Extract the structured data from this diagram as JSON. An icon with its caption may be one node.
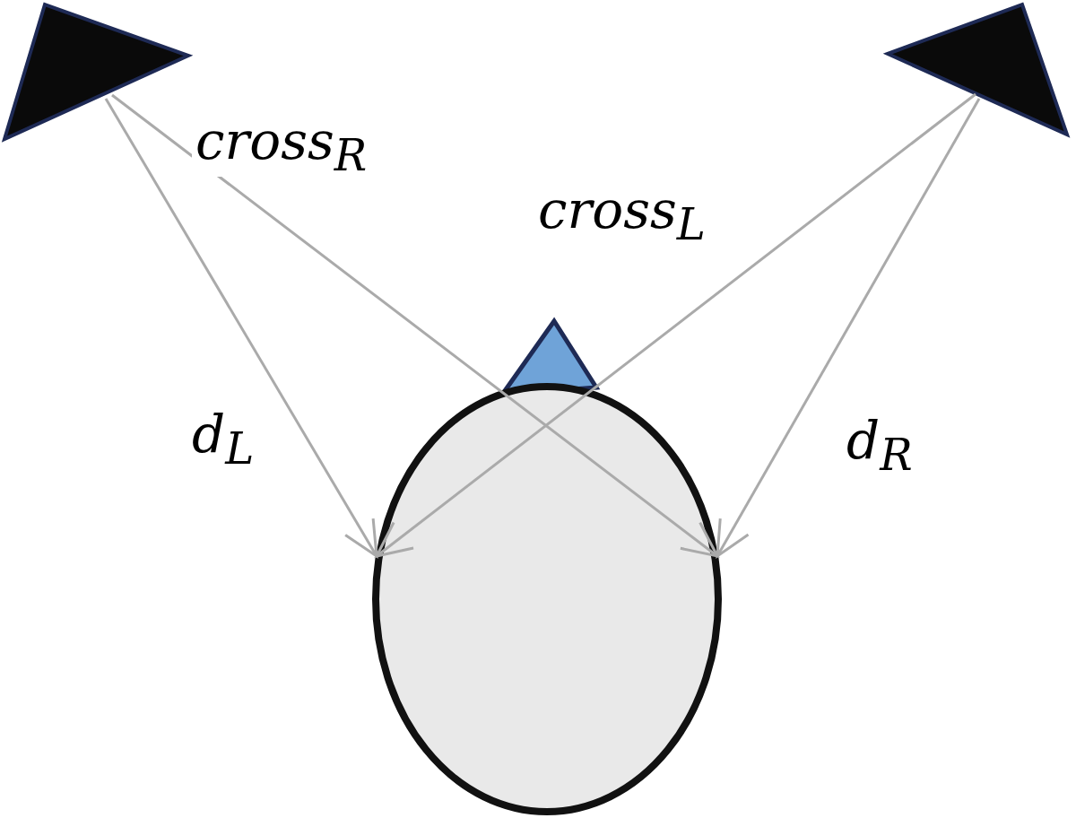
{
  "diagram": {
    "nodes": [
      {
        "text": [],
        "shape": "triangle"
      },
      {
        "text": [],
        "shape": "triangle"
      },
      {
        "text": [],
        "shape": "ellipse"
      }
    ],
    "edges": [
      {
        "from": 0,
        "to": 2,
        "arrow": "to",
        "label": "d$_{L}$"
      },
      {
        "from": 0,
        "to": 2,
        "arrow": "to",
        "label": "cross$_{R}$"
      },
      {
        "from": 1,
        "to": 2,
        "arrow": "to",
        "label": "cross$_{L}$"
      },
      {
        "from": 1,
        "to": 2,
        "arrow": "to",
        "label": "d$_{R}$"
      }
    ]
  }
}
